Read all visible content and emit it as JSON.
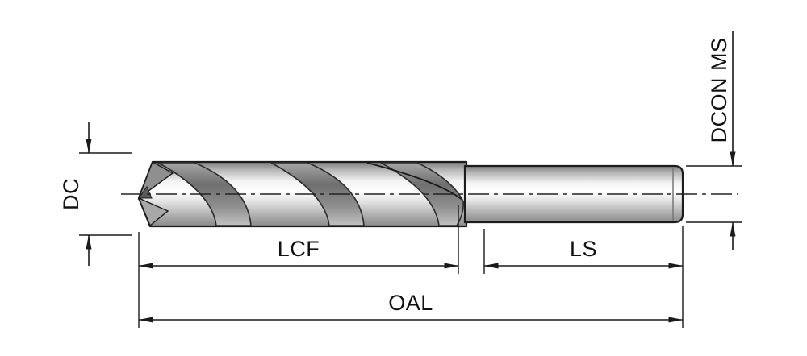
{
  "diagram": {
    "type": "technical-drawing",
    "subject": "twist-drill-dimension-diagram",
    "labels": {
      "cutting_diameter": "DC",
      "shank_diameter": "DCON MS",
      "flute_length": "LCF",
      "shank_length": "LS",
      "overall_length": "OAL"
    },
    "colors": {
      "line": "#1a1a1a",
      "metal_light": "#ffffff",
      "metal_mid": "#c9c9c9",
      "metal_dark": "#7a7a7a",
      "background": "#ffffff"
    }
  }
}
